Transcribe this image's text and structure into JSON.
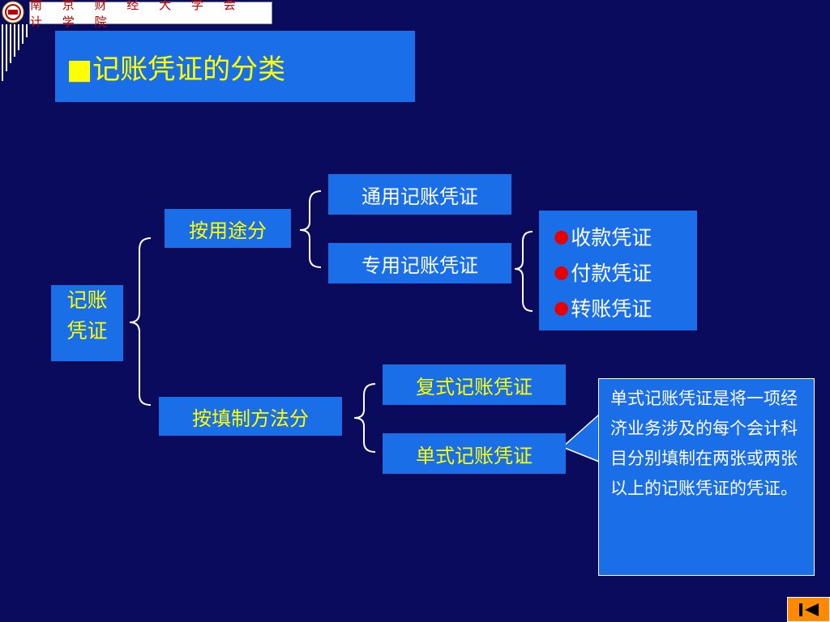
{
  "header": {
    "school_name": "南 京 财 经 大 学 会 计 学 院"
  },
  "title": {
    "text": "■记账凭证的分类"
  },
  "root": {
    "line1": "记账",
    "line2": "凭证"
  },
  "branches": {
    "by_purpose": "按用途分",
    "by_method": "按填制方法分"
  },
  "purpose_types": {
    "general": "通用记账凭证",
    "special": "专用记账凭证"
  },
  "special_types": [
    {
      "bullet": "●",
      "label": "收款凭证"
    },
    {
      "bullet": "●",
      "label": "付款凭证"
    },
    {
      "bullet": "●",
      "label": "转账凭证"
    }
  ],
  "method_types": {
    "multi": "复式记账凭证",
    "single": "单式记账凭证"
  },
  "callout": {
    "text": "单式记账凭证是将一项经济业务涉及的每个会计科目分别填制在两张或两张以上的记账凭证的凭证。"
  },
  "colors": {
    "background": "#0b0b5e",
    "box": "#1a6fe8",
    "title_text": "#ffff00",
    "node_text": "#ffffff",
    "bullet": "#e60000",
    "nav_button": "#ff8a00"
  },
  "icons": {
    "nav": "skip-to-end-icon"
  }
}
